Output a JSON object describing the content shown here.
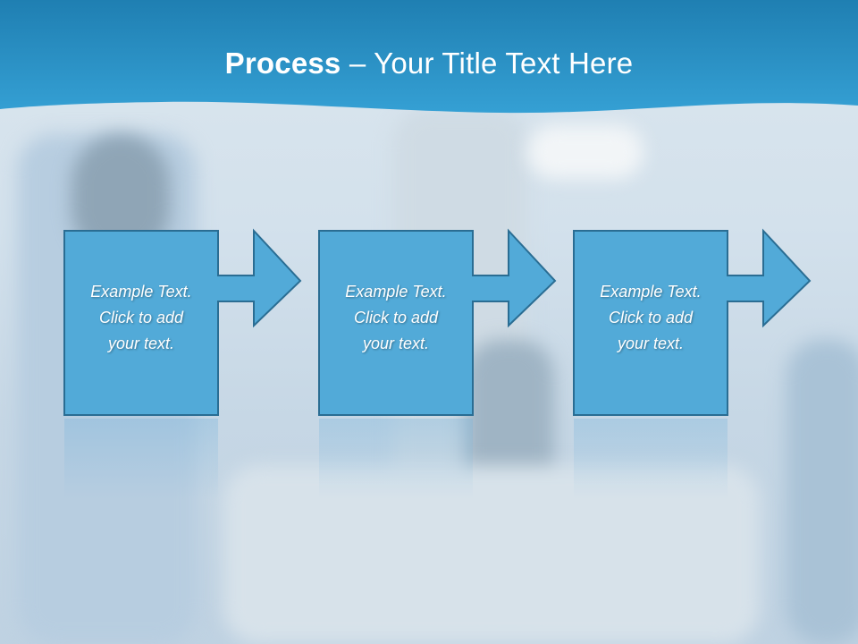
{
  "slide": {
    "title_bold": "Process",
    "title_rest": " – Your Title Text Here"
  },
  "colors": {
    "header": "#2b8fc0",
    "box_fill": "#4fa8d6",
    "box_stroke": "#2a6d93"
  },
  "steps": [
    {
      "line1": "Example Text.",
      "line2": "Click  to add",
      "line3": "your text."
    },
    {
      "line1": "Example Text.",
      "line2": "Click  to add",
      "line3": "your text."
    },
    {
      "line1": "Example Text.",
      "line2": "Click  to add",
      "line3": "your text."
    }
  ]
}
